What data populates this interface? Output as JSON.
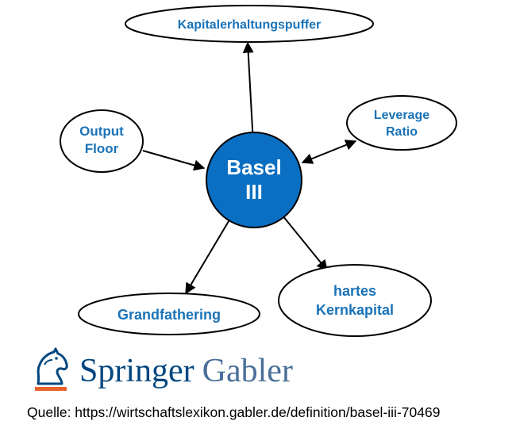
{
  "diagram": {
    "center": {
      "line1": "Basel",
      "line2": "III"
    },
    "nodes": {
      "kapital": {
        "text": "Kapitalerhaltungspuffer"
      },
      "output": {
        "line1": "Output",
        "line2": "Floor"
      },
      "leverage": {
        "line1": "Leverage",
        "line2": "Ratio"
      },
      "grand": {
        "text": "Grandfathering"
      },
      "hartes": {
        "line1": "hartes",
        "line2": "Kernkapital"
      }
    }
  },
  "logo": {
    "brand": "Springer",
    "sub": "Gabler"
  },
  "source": {
    "text": "Quelle: https://wirtschaftslexikon.gabler.de/definition/basel-iii-70469"
  },
  "colors": {
    "accent": "#1a73b8",
    "center_fill": "#0a6fc2",
    "logo_blue": "#00467f",
    "logo_orange": "#e8632b"
  }
}
